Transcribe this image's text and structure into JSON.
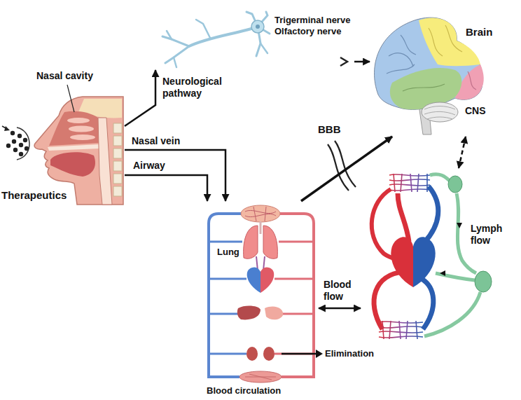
{
  "diagram": {
    "nodes": [
      {
        "text": [
          "Nasal cavity"
        ]
      },
      {
        "text": [
          "Trigerminal nerve Olfactory nerve"
        ]
      },
      {
        "text": [
          "Brain",
          "CNS"
        ]
      },
      {
        "text": [
          "Lung",
          "Blood circulation"
        ]
      },
      {
        "text": [
          "Lymph flow"
        ]
      }
    ],
    "edges": [
      {
        "from": 0,
        "to": 1,
        "arrow": "to",
        "label": "Neurological pathway"
      },
      {
        "from": 0,
        "to": 3,
        "arrow": "to",
        "label": "Nasal vein"
      },
      {
        "from": 0,
        "to": 3,
        "arrow": "to",
        "label": "Airway"
      },
      {
        "from": 1,
        "to": 2,
        "arrow": "to"
      },
      {
        "from": 3,
        "to": 2,
        "arrow": "to",
        "label": "BBB"
      },
      {
        "from": 3,
        "to": 4,
        "arrow": "both",
        "label": "Blood flow"
      },
      {
        "from": 4,
        "to": 2,
        "arrow": "both"
      }
    ],
    "labels": [
      "Therapeutics",
      "Elimination"
    ]
  }
}
